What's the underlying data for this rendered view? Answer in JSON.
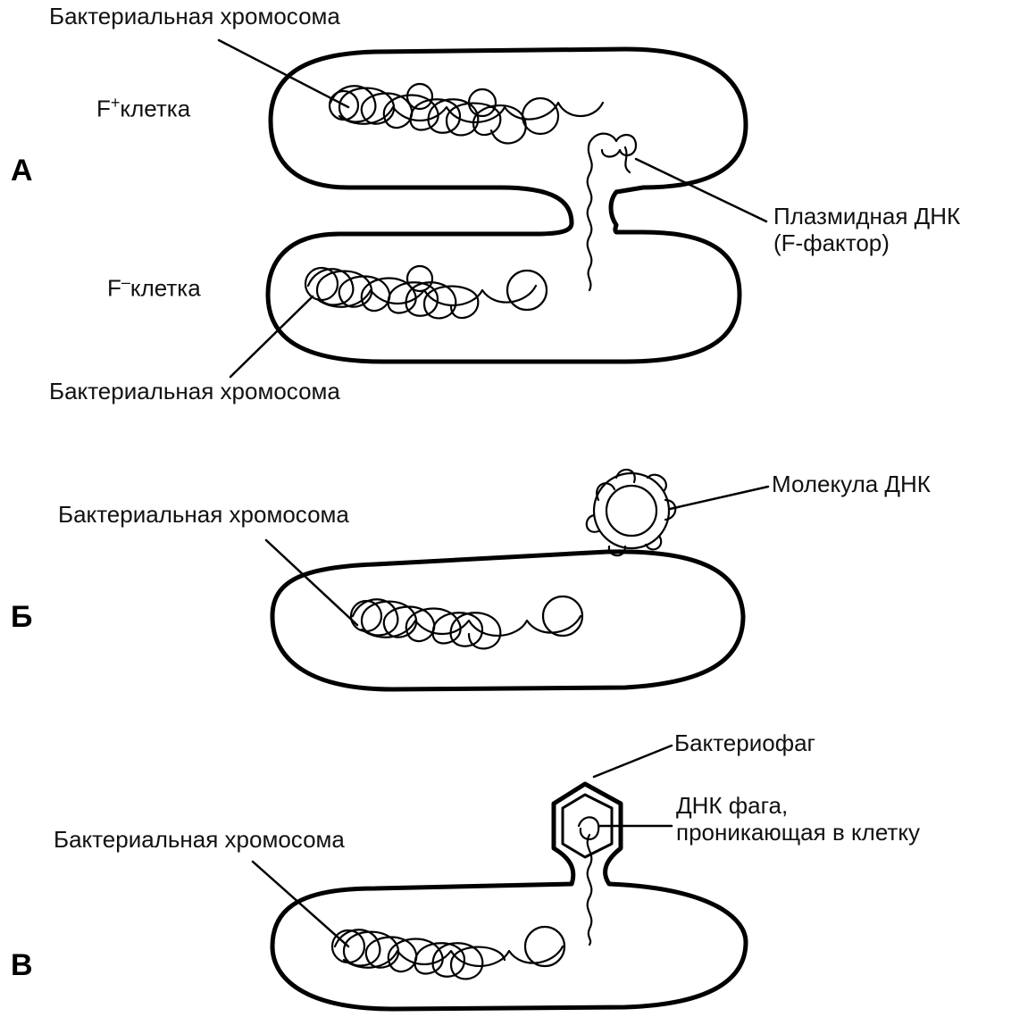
{
  "panels": [
    {
      "letter": "А",
      "labels": {
        "top_chromosome": "Бактериальная хромосома",
        "f_plus_prefix": "F",
        "f_plus_sign": "+",
        "f_plus_suffix": "клетка",
        "plasmid_line1": "Плазмидная ДНК",
        "plasmid_line2": "(F-фактор)",
        "f_minus_prefix": "F",
        "f_minus_sign": "–",
        "f_minus_suffix": "клетка",
        "bottom_chromosome": "Бактериальная хромосома"
      }
    },
    {
      "letter": "Б",
      "labels": {
        "chromosome": "Бактериальная хромосома",
        "dna_molecule": "Молекула ДНК"
      }
    },
    {
      "letter": "В",
      "labels": {
        "chromosome": "Бактериальная хромосома",
        "bacteriophage": "Бактериофаг",
        "phage_dna_line1": "ДНК фага,",
        "phage_dna_line2": "проникающая в клетку"
      }
    }
  ],
  "colors": {
    "ink": "#000000",
    "background": "#ffffff"
  }
}
